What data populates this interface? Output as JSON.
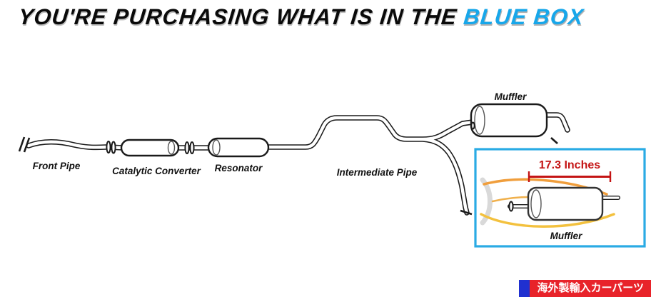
{
  "header": {
    "prefix": "YOU'RE PURCHASING WHAT IS IN THE",
    "highlight": "BLUE BOX",
    "highlight_color": "#18a7ea"
  },
  "diagram": {
    "labels": {
      "front_pipe": "Front Pipe",
      "catalytic_converter": "Catalytic Converter",
      "resonator": "Resonator",
      "intermediate_pipe": "Intermediate Pipe",
      "muffler_top": "Muffler"
    }
  },
  "blue_box": {
    "border_color": "#2aabe4",
    "measurement_label": "17.3 Inches",
    "measurement_color": "#c41414",
    "muffler_label": "Muffler"
  },
  "banner": {
    "text": "海外製輸入カーパーツ",
    "bg_color": "#e8232a",
    "accent_color": "#2030d0",
    "text_color": "#ffffff"
  }
}
